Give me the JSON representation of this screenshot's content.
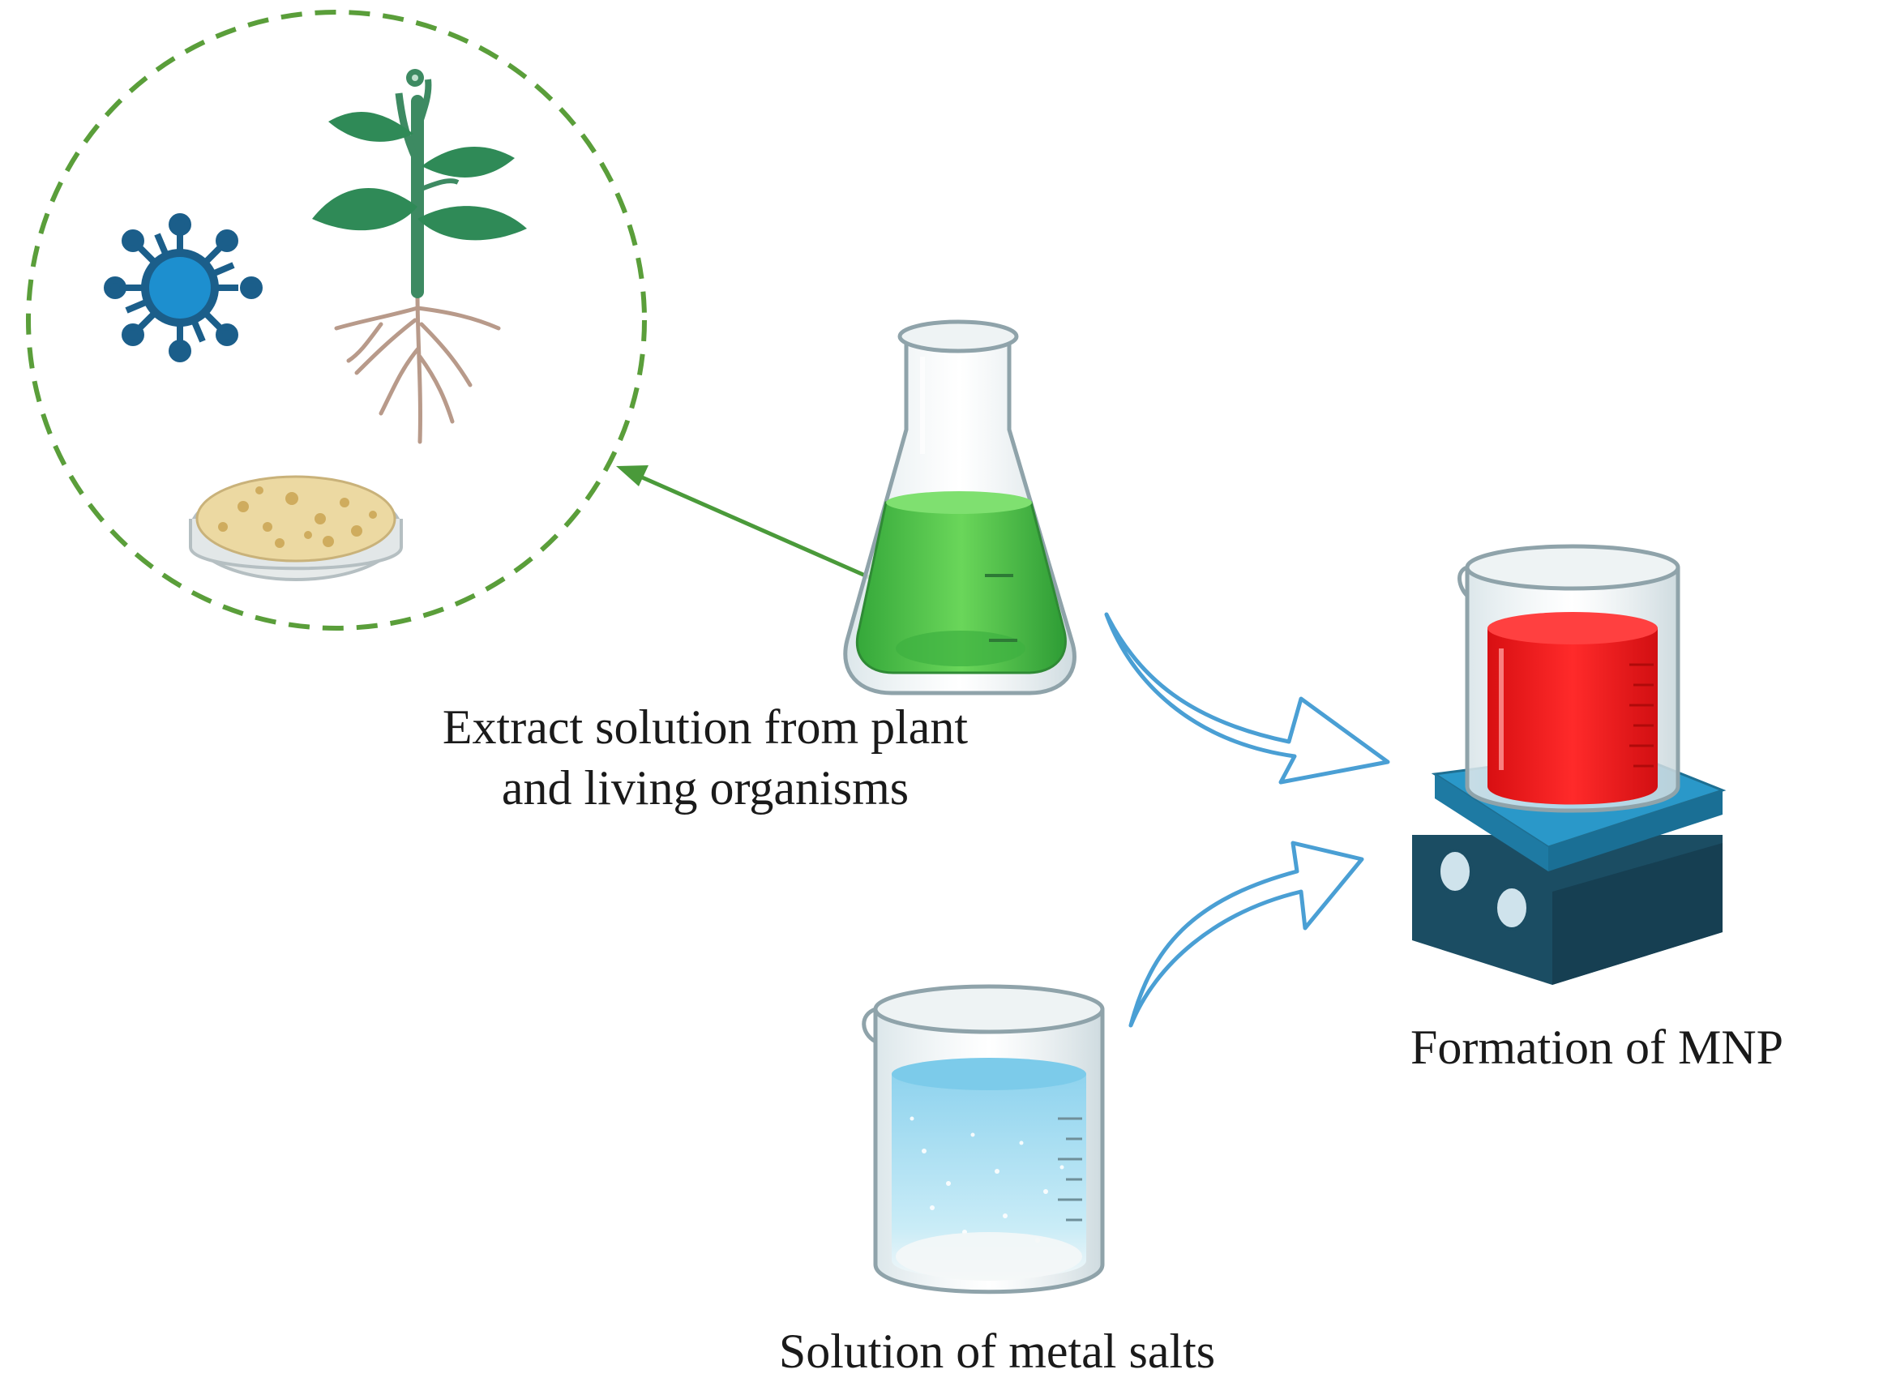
{
  "labels": {
    "extract_line1": "Extract solution from plant",
    "extract_line2": "and living organisms",
    "formation": "Formation of MNP",
    "metal": "Solution of metal salts"
  },
  "colors": {
    "dashed_circle": "#5a9e3a",
    "green_arrow": "#4a9a3a",
    "flow_arrow": "#4a9fd4",
    "plant_stem": "#3d8a62",
    "leaf": "#2f8a57",
    "root": "#b89a8a",
    "microbe": "#1d8fcf",
    "microbe_dark": "#1b5e8a",
    "green_liquid": "#4dc04a",
    "red_liquid": "#f01818",
    "blue_liquid": "#9fd8ef",
    "hotplate_top": "#2a98c9",
    "hotplate_base": "#1b4d63",
    "petri_agar": "#ecd9a2"
  },
  "icons": [
    "microbe-icon",
    "plant-icon",
    "petri-dish-icon",
    "erlenmeyer-flask-icon",
    "red-beaker-icon",
    "hot-plate-icon",
    "blue-beaker-icon"
  ]
}
